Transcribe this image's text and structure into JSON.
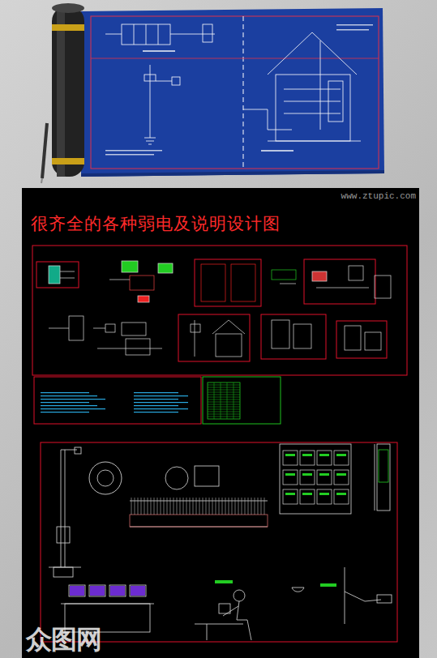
{
  "diagram": {
    "title": "很齐全的各种弱电及说明设计图",
    "labels": [
      "www.ztupic.com",
      "众图网"
    ]
  }
}
